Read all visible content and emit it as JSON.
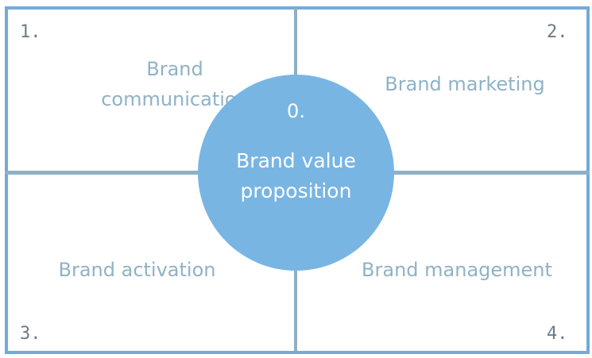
{
  "center": {
    "number": "0.",
    "label_line1": "Brand value",
    "label_line2": "proposition"
  },
  "quadrants": [
    {
      "number": "1.",
      "label_line1": "Brand",
      "label_line2": "communication"
    },
    {
      "number": "2.",
      "label": "Brand marketing"
    },
    {
      "number": "3.",
      "label": "Brand activation"
    },
    {
      "number": "4.",
      "label": "Brand management"
    }
  ],
  "colors": {
    "border": "#74aad8",
    "divider": "#8fb0c6",
    "circle": "#78b5e3",
    "label": "#8fb2c7"
  }
}
